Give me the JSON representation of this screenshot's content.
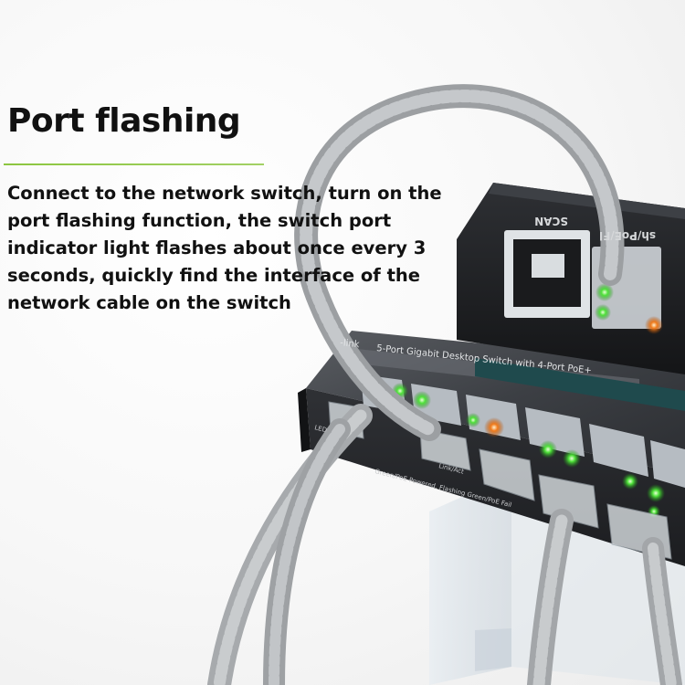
{
  "headline": "Port flashing",
  "description": "Connect to the network switch, turn on the port flashing function, the switch port indicator light flashes about once every 3 seconds, quickly find the interface of the network cable on the switch",
  "accent_color": "#8cc63f",
  "device_labels": {
    "tester_port": "SCAN",
    "tester_port_right": "sh/PoE/Fl",
    "switch_brand": "-link",
    "switch_model": "5-Port Gigabit Desktop Switch with 4-Port PoE+",
    "legend_line_1": "LED",
    "legend_line_2": "Link/Act",
    "legend_line_3": "Green/PoE Powered, Flashing Green/PoE Fail"
  },
  "led_colors": {
    "green": "#3fd22c",
    "orange": "#f07a1a"
  }
}
